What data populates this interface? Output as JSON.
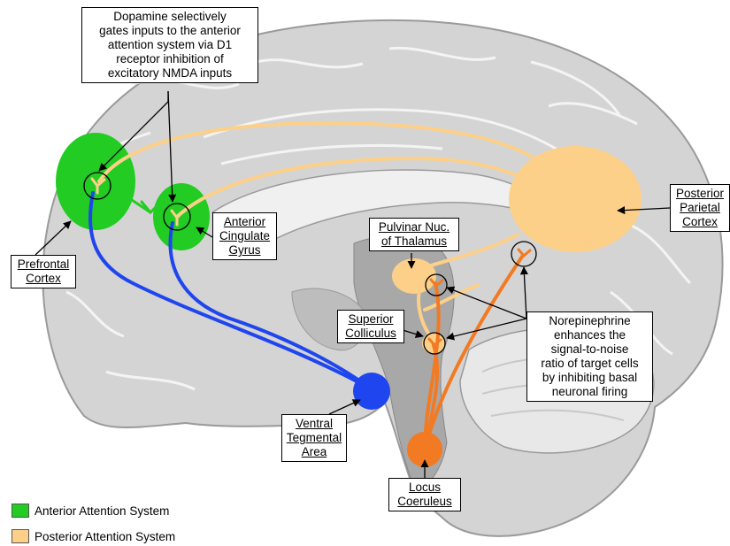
{
  "colors": {
    "anterior": "#22cc22",
    "posterior": "#fdd089",
    "dopamine": "#1f45ee",
    "norepinephrine": "#f27a22",
    "brain": "#d4d4d4",
    "brain_dark": "#a8a8a8"
  },
  "callouts": {
    "dopamine_note": [
      "Dopamine selectively",
      "gates inputs to the anterior",
      "attention system via D1",
      "receptor inhibition of",
      "excitatory NMDA inputs"
    ],
    "norepinephrine_note": [
      "Norepinephrine",
      "enhances the",
      "signal-to-noise",
      "ratio of target cells",
      "by inhibiting basal",
      "neuronal firing"
    ],
    "prefrontal": [
      "Prefrontal",
      "Cortex"
    ],
    "anterior_cingulate": [
      "Anterior",
      "Cingulate",
      "Gyrus"
    ],
    "pulvinar": [
      "Pulvinar Nuc.",
      "of Thalamus"
    ],
    "superior_colliculus": [
      "Superior",
      "Colliculus"
    ],
    "posterior_parietal": [
      "Posterior",
      "Parietal",
      "Cortex"
    ],
    "ventral_tegmental": [
      "Ventral",
      "Tegmental",
      "Area"
    ],
    "locus_coeruleus": [
      "Locus",
      "Coeruleus"
    ]
  },
  "legend": [
    {
      "label": "Anterior Attention System",
      "color": "#22cc22"
    },
    {
      "label": "Posterior Attention System",
      "color": "#fdd089"
    }
  ]
}
